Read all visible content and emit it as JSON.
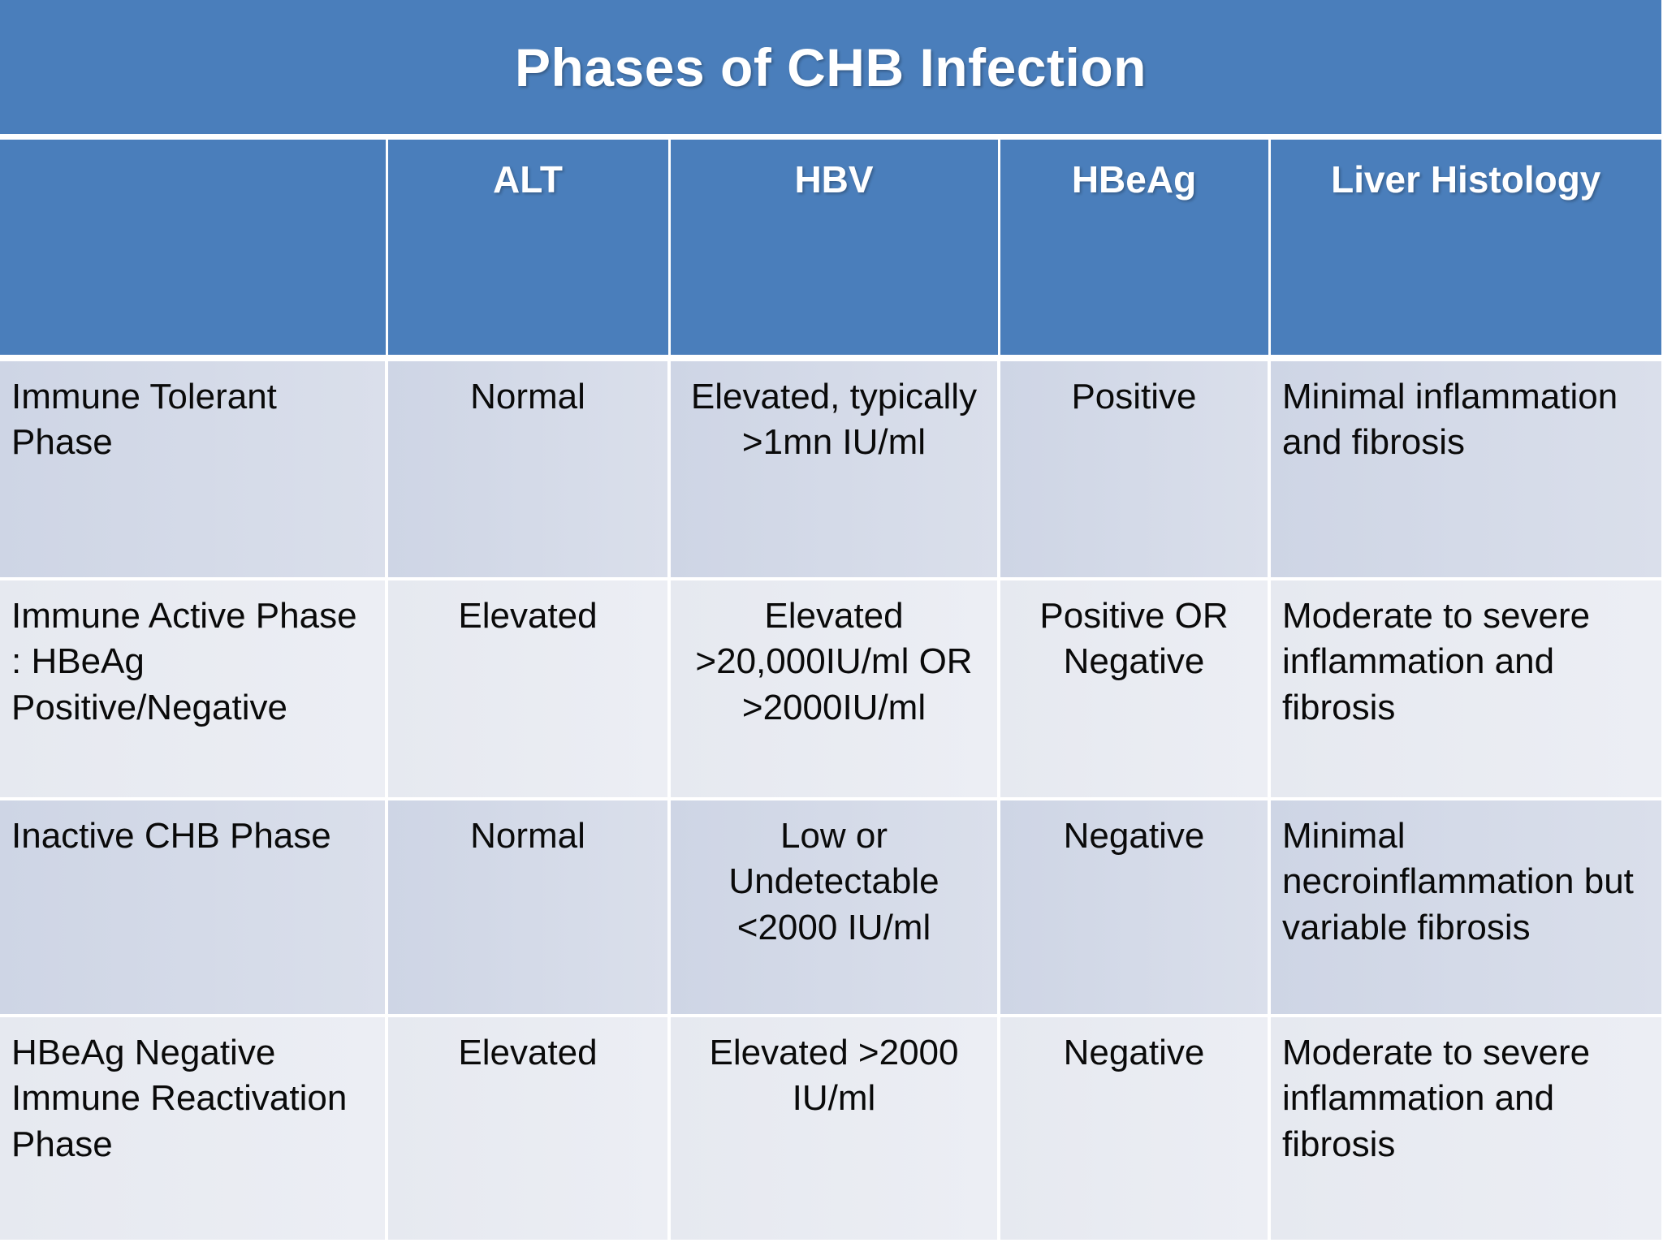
{
  "title": "Phases of CHB Infection",
  "colors": {
    "header_blue": "#4a7ebb",
    "row_shade_dark": "#ced5e5",
    "row_shade_light": "#e6e9f0",
    "header_text": "#ffffff",
    "body_text": "#0a0a0a"
  },
  "table": {
    "columns": [
      {
        "label": "",
        "align": "left"
      },
      {
        "label": "ALT",
        "align": "center"
      },
      {
        "label": "HBV",
        "align": "center"
      },
      {
        "label": "HBeAg",
        "align": "center"
      },
      {
        "label": "Liver Histology",
        "align": "left"
      }
    ],
    "rows": [
      {
        "phase": "Immune Tolerant Phase",
        "alt": "Normal",
        "hbv": "Elevated, typically >1mn IU/ml",
        "hbeag": "Positive",
        "histology": "Minimal inflammation and fibrosis"
      },
      {
        "phase": "Immune Active Phase : HBeAg Positive/Negative",
        "alt": "Elevated",
        "hbv": "Elevated >20,000IU/ml OR >2000IU/ml",
        "hbeag": "Positive OR Negative",
        "histology": "Moderate to severe inflammation and fibrosis"
      },
      {
        "phase": "Inactive CHB Phase",
        "alt": "Normal",
        "hbv": "Low or Undetectable <2000 IU/ml",
        "hbeag": "Negative",
        "histology": "Minimal necroinflammation but variable fibrosis"
      },
      {
        "phase": "HBeAg Negative Immune Reactivation Phase",
        "alt": "Elevated",
        "hbv": "Elevated  >2000 IU/ml",
        "hbeag": "Negative",
        "histology": "Moderate to severe inflammation and fibrosis"
      }
    ]
  }
}
